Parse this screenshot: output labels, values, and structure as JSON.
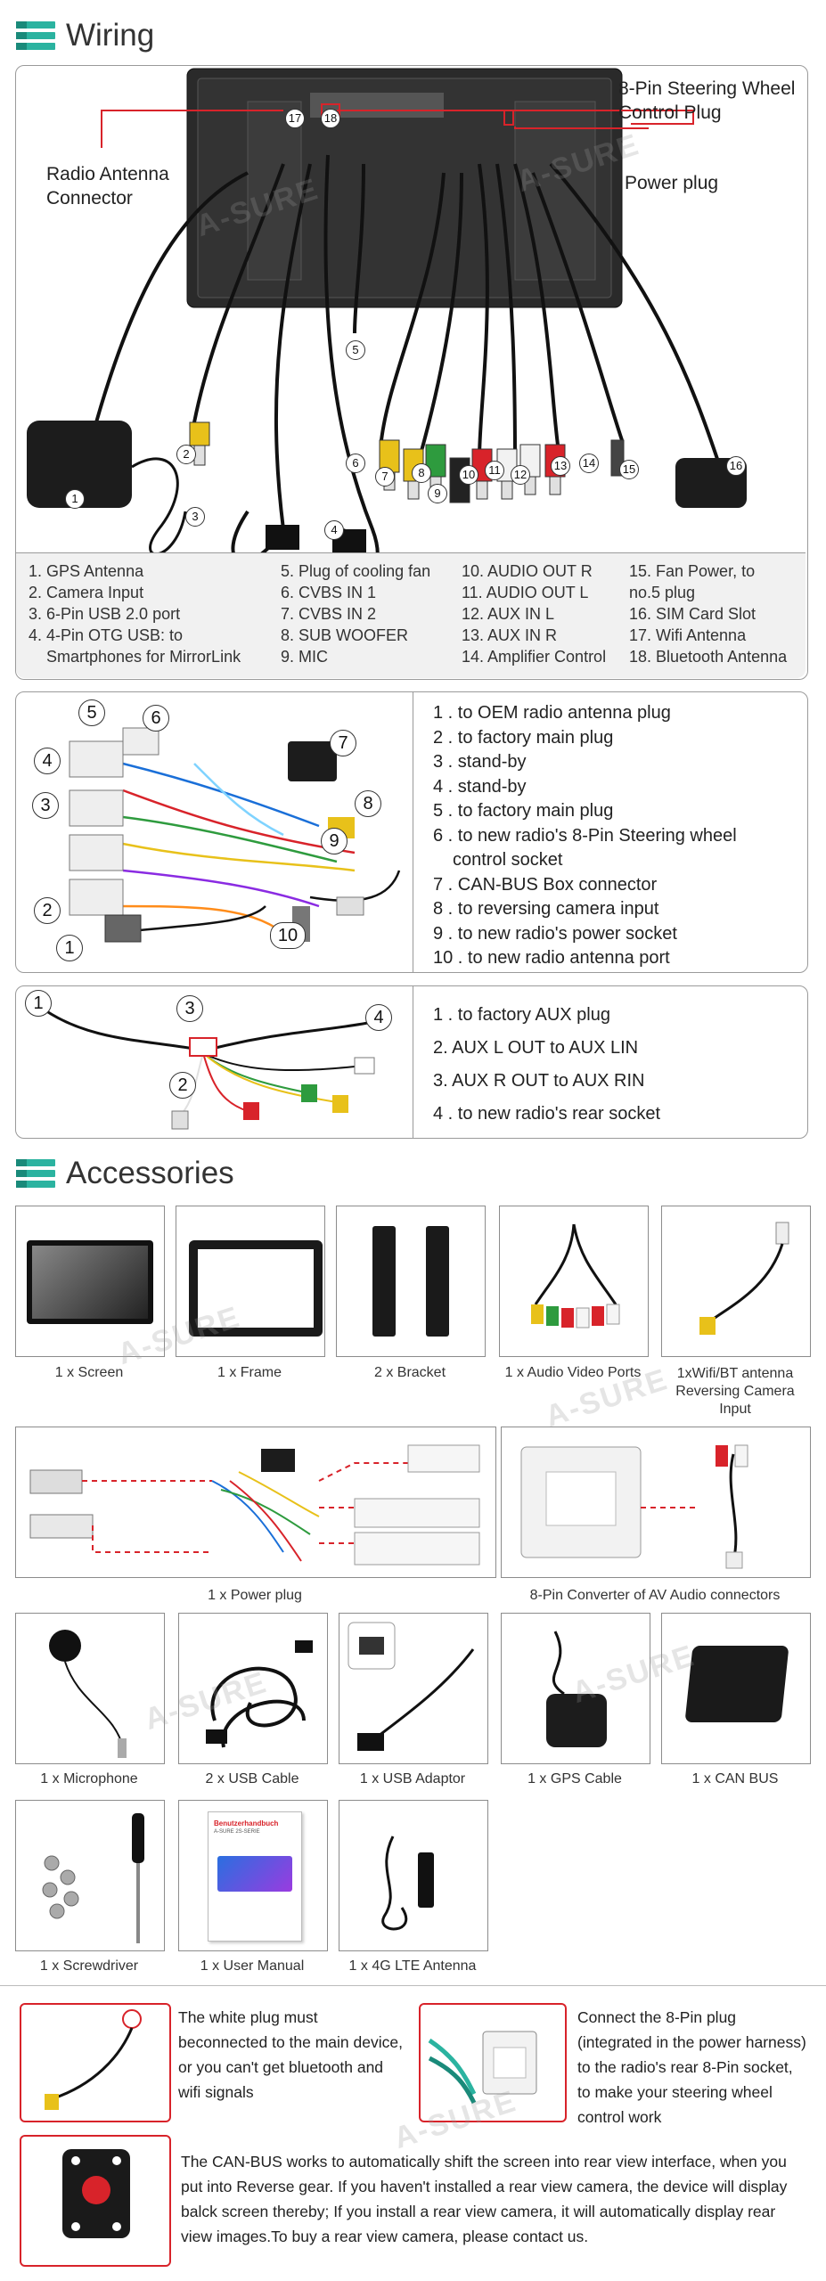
{
  "wiring": {
    "title": "Wiring",
    "callouts": {
      "radio_antenna": "Radio Antenna Connector",
      "steering": "8-Pin Steering Wheel Control Plug",
      "power": "Power plug"
    },
    "legend_col1": [
      "1. GPS Antenna",
      "2. Camera Input",
      "3. 6-Pin USB 2.0 port",
      "4. 4-Pin OTG USB: to",
      "Smartphones for MirrorLink"
    ],
    "legend_col2": [
      "5. Plug of cooling fan",
      "6. CVBS IN 1",
      "7. CVBS IN 2",
      "8. SUB WOOFER",
      "9. MIC"
    ],
    "legend_col3": [
      "10. AUDIO OUT R",
      "11. AUDIO OUT L",
      "12. AUX IN L",
      "13. AUX IN R",
      "14. Amplifier Control"
    ],
    "legend_col4": [
      "15. Fan Power, to",
      "no.5 plug",
      "16. SIM Card Slot",
      "17. Wifi Antenna",
      "18. Bluetooth Antenna"
    ],
    "harness_list": [
      "1 . to OEM radio antenna plug",
      "2 . to factory main plug",
      "3 . stand-by",
      "4 . stand-by",
      "5 . to factory main plug",
      "6 . to new radio's 8-Pin Steering wheel",
      "control socket",
      "7 . CAN-BUS Box connector",
      "8 . to reversing camera input",
      "9 . to new radio's power socket",
      "10 . to new radio antenna port"
    ],
    "aux_list": [
      "1 . to factory AUX plug",
      "2. AUX L OUT to AUX LIN",
      "3. AUX R OUT to AUX RIN",
      "4 . to new radio's rear socket"
    ]
  },
  "accessories": {
    "title": "Accessories",
    "items": {
      "screen": "1 x Screen",
      "frame": "1 x Frame",
      "bracket": "2 x Bracket",
      "av_ports": "1 x Audio Video Ports",
      "wifi": "1xWifi/BT antenna Reversing Camera Input",
      "power": "1 x Power plug",
      "converter": "8-Pin Converter of AV Audio connectors",
      "mic": "1 x Microphone",
      "usb_cable": "2 x USB Cable",
      "usb_adaptor": "1 x USB Adaptor",
      "gps": "1 x GPS Cable",
      "canbus": "1 x CAN BUS",
      "screwdriver": "1 x Screwdriver",
      "manual": "1 x User Manual",
      "lte": "1 x 4G LTE Antenna"
    },
    "manual_title": "Benutzerhandbuch",
    "manual_sub": "A-SURE 2S-SERIE"
  },
  "notes": {
    "wifi_plug": "The white plug must beconnected to the main device, or you can't get bluetooth and wifi signals",
    "steering_plug": "Connect the 8-Pin plug (integrated in the power harness) to the radio's rear 8-Pin socket, to make your steering wheel control work",
    "canbus": "The CAN-BUS works to automatically shift the screen into rear view interface, when you put into Reverse gear. If you haven't installed a rear view camera, the device will display balck screen thereby; If you install a rear view camera, it will automatically display rear view images.To buy a rear view camera, please contact us."
  },
  "watermark": "A-SURE",
  "colors": {
    "accent": "#2bb3a0",
    "callout": "#d8232a"
  }
}
